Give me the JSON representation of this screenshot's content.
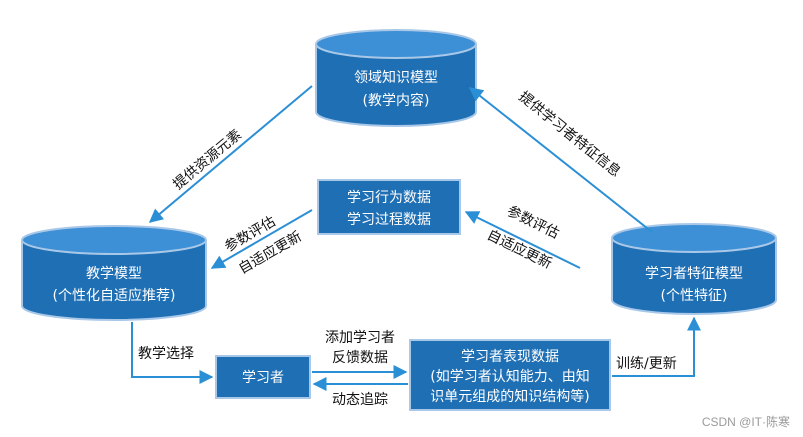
{
  "colors": {
    "node_fill": "#1f6fb5",
    "node_top": "#3d8fd6",
    "node_stroke": "#a9c8e8",
    "arrow": "#2b8fd6",
    "text_light": "#ffffff",
    "text_dark": "#111111",
    "watermark": "#9a9a9a"
  },
  "nodes": {
    "domain_model": {
      "line1": "领域知识模型",
      "line2": "(教学内容)"
    },
    "teaching_model": {
      "line1": "教学模型",
      "line2": "(个性化自适应推荐)"
    },
    "learner_model": {
      "line1": "学习者特征模型",
      "line2": "(个性特征)"
    },
    "behavior_data": {
      "line1": "学习行为数据",
      "line2": "学习过程数据"
    },
    "learner": {
      "label": "学习者"
    },
    "performance_data": {
      "line1": "学习者表现数据",
      "line2": "(如学习者认知能力、由知",
      "line3": "识单元组成的知识结构等)"
    }
  },
  "edges": {
    "provide_resources": "提供资源元素",
    "provide_learner_info": "提供学习者特征信息",
    "left_eval_line1": "参数评估",
    "left_eval_line2": "自适应更新",
    "right_eval_line1": "参数评估",
    "right_eval_line2": "自适应更新",
    "teaching_choice": "教学选择",
    "add_feedback_line1": "添加学习者",
    "add_feedback_line2": "反馈数据",
    "dynamic_tracking": "动态追踪",
    "train_update": "训练/更新"
  },
  "watermark": "CSDN @IT·陈寒"
}
